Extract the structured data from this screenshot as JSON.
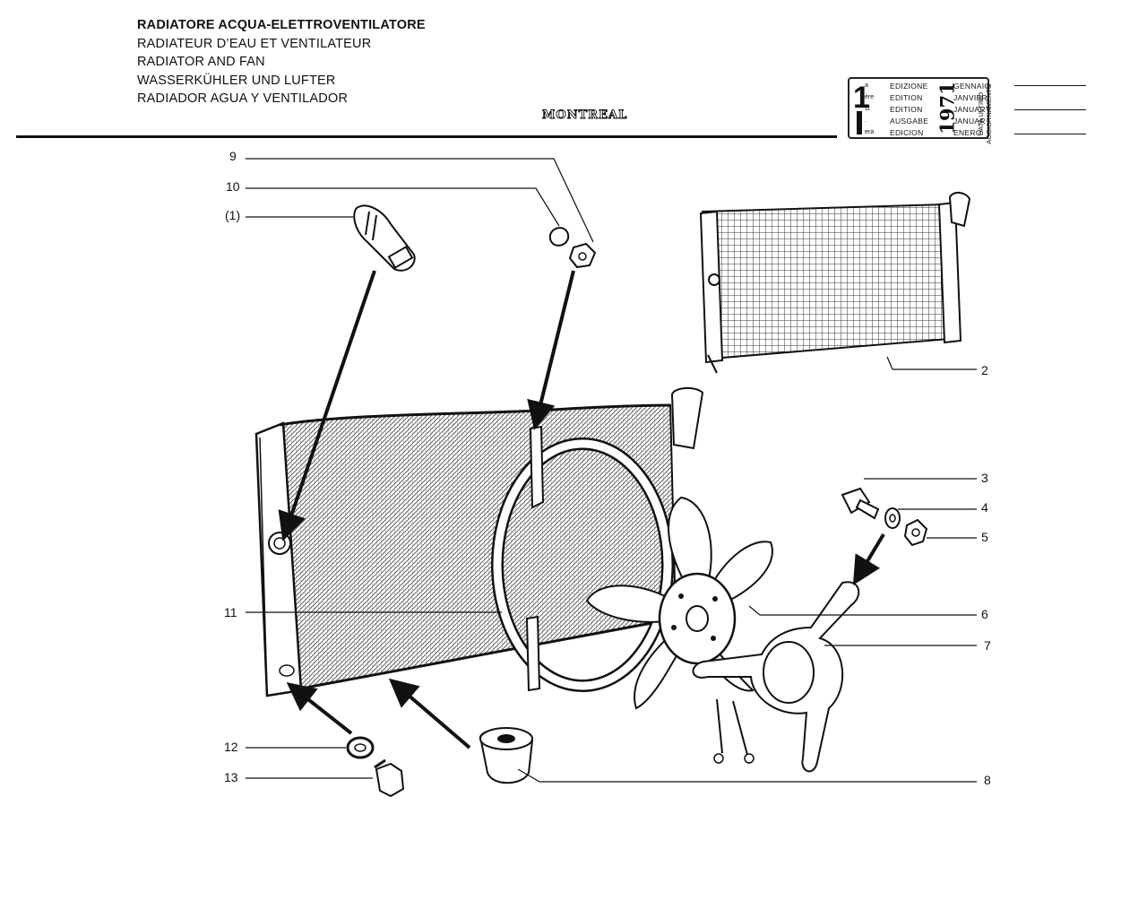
{
  "header": {
    "titles": [
      "RADIATORE ACQUA-ELETTROVENTILATORE",
      "RADIATEUR D’EAU ET VENTILATEUR",
      "RADIATOR AND FAN",
      "WASSERKÜHLER UND LUFTER",
      "RADIADOR AGUA Y VENTILADOR"
    ],
    "model_name": "MONTREAL"
  },
  "edition_box": {
    "number": "1",
    "suffixes": [
      "a",
      "ère",
      "st",
      ".",
      "era"
    ],
    "words": [
      "EDIZIONE",
      "EDITION",
      "EDITION",
      "AUSGABE",
      "EDICION"
    ],
    "year": "1971",
    "months": [
      "GENNAIO",
      "JANVIER",
      "JANUARY",
      "JANUAR",
      "ENERO"
    ],
    "update_label_1": "DATA ULTIMO",
    "update_label_2": "AGGIORNAMENTO"
  },
  "callouts": {
    "c9": "9",
    "c10": "10",
    "c1": "(1)",
    "c2": "2",
    "c3": "3",
    "c4": "4",
    "c5": "5",
    "c6": "6",
    "c7": "7",
    "c11": "11",
    "c12": "12",
    "c13": "13",
    "c8": "8"
  }
}
